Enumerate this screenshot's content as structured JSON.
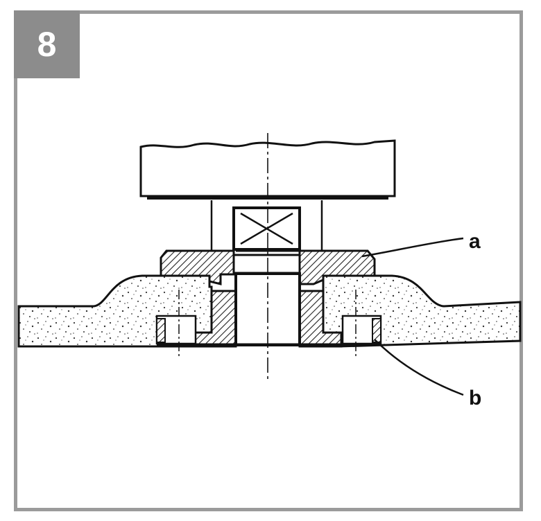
{
  "step": {
    "number": "8"
  },
  "labels": {
    "a": "a",
    "b": "b"
  },
  "colors": {
    "frame": "#9b9b9b",
    "badge": "#8c8c8c",
    "badge_text": "#ffffff",
    "ink": "#111111"
  }
}
